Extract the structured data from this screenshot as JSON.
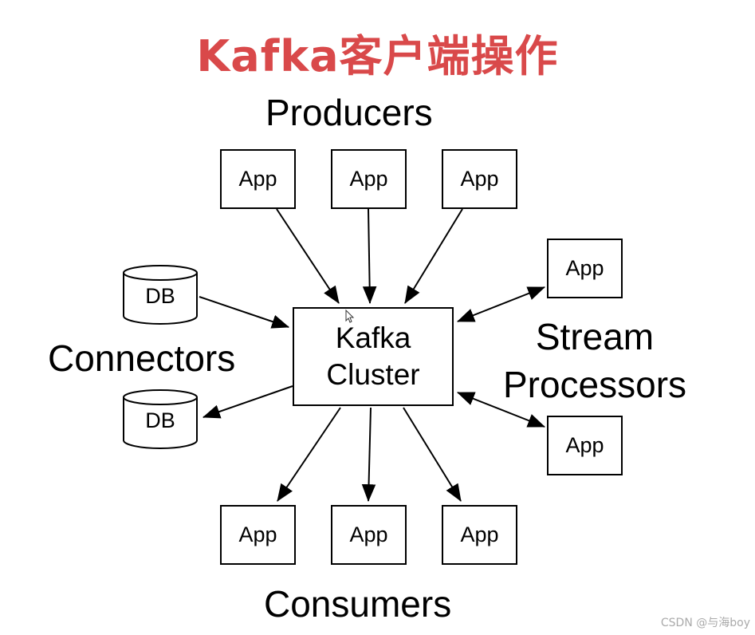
{
  "title": "Kafka客户端操作",
  "diagram": {
    "producers_label": "Producers",
    "connectors_label": "Connectors",
    "stream_label_line1": "Stream",
    "stream_label_line2": "Processors",
    "consumers_label": "Consumers",
    "cluster_line1": "Kafka",
    "cluster_line2": "Cluster",
    "producer_apps": [
      "App",
      "App",
      "App"
    ],
    "stream_apps": [
      "App",
      "App"
    ],
    "consumer_apps": [
      "App",
      "App",
      "App"
    ],
    "databases": [
      "DB",
      "DB"
    ]
  },
  "watermark": "CSDN @与海boy"
}
